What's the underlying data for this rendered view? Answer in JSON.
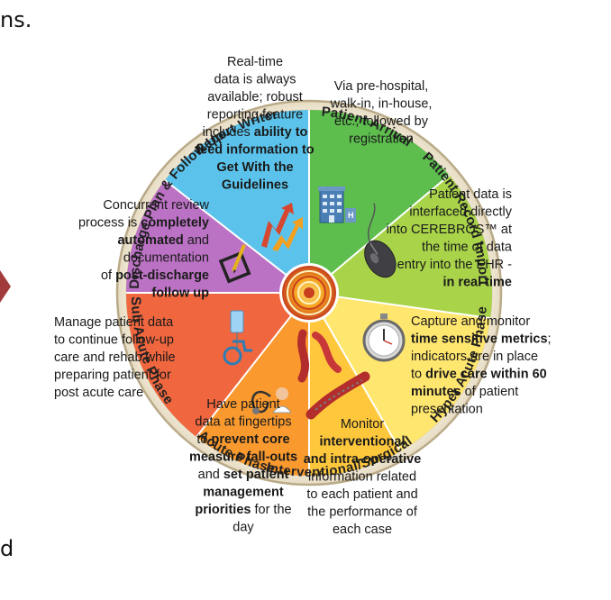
{
  "background_fragments": {
    "top_left": "ns.",
    "bottom_left": "d"
  },
  "ring_labels": {
    "report_writer": "Report Writer",
    "patient_arrival": "Patient Arrival",
    "patient_record_imported": "Patient Record Imported",
    "hyper_acute": "Hyper Acute Phase",
    "interventional": "Interventional/Surgical",
    "acute": "Acute Phase",
    "sub_acute": "Sub Acute Phase",
    "discharge": "Discharge Plan & Follow Up"
  },
  "segments": {
    "report_writer": {
      "color": "#5BC3EB",
      "lines": [
        [
          {
            "t": "Real-time"
          }
        ],
        [
          {
            "t": "data is always"
          }
        ],
        [
          {
            "t": "available; robust"
          }
        ],
        [
          {
            "t": "reporting feature"
          }
        ],
        [
          {
            "t": "includes "
          },
          {
            "t": "ability to",
            "b": true
          }
        ],
        [
          {
            "t": "feed information to",
            "b": true
          }
        ],
        [
          {
            "t": "Get With the",
            "b": true
          }
        ],
        [
          {
            "t": "Guidelines",
            "b": true
          }
        ]
      ]
    },
    "patient_arrival": {
      "color": "#5DBE4E",
      "lines": [
        [
          {
            "t": "Via pre-hospital,"
          }
        ],
        [
          {
            "t": "walk-in, in-house,"
          }
        ],
        [
          {
            "t": "etc.; followed by"
          }
        ],
        [
          {
            "t": "registration"
          }
        ]
      ]
    },
    "patient_record": {
      "color": "#A9D44A",
      "lines": [
        [
          {
            "t": "Patient data is"
          }
        ],
        [
          {
            "t": "interfaced directly"
          }
        ],
        [
          {
            "t": "into CEREBROS™ at"
          }
        ],
        [
          {
            "t": "the time of data"
          }
        ],
        [
          {
            "t": "entry into the EHR -"
          }
        ],
        [
          {
            "t": "in real time",
            "b": true
          }
        ]
      ]
    },
    "hyper_acute": {
      "color": "#FFE66E",
      "lines": [
        [
          {
            "t": "Capture and monitor"
          }
        ],
        [
          {
            "t": "time sensitive metrics",
            "b": true
          },
          {
            "t": ";"
          }
        ],
        [
          {
            "t": "indicators are in place"
          }
        ],
        [
          {
            "t": "to "
          },
          {
            "t": "drive care within 60",
            "b": true
          }
        ],
        [
          {
            "t": "minutes",
            "b": true
          },
          {
            "t": " of patient"
          }
        ],
        [
          {
            "t": "presentation"
          }
        ]
      ]
    },
    "interventional": {
      "color": "#FFC83C",
      "lines": [
        [
          {
            "t": "Monitor"
          }
        ],
        [
          {
            "t": "interventional",
            "b": true
          }
        ],
        [
          {
            "t": "and intra-operative",
            "b": true
          }
        ],
        [
          {
            "t": "information related"
          }
        ],
        [
          {
            "t": "to each patient and"
          }
        ],
        [
          {
            "t": "the performance of"
          }
        ],
        [
          {
            "t": "each case"
          }
        ]
      ]
    },
    "acute": {
      "color": "#FA9A2E",
      "lines": [
        [
          {
            "t": "Have patient"
          }
        ],
        [
          {
            "t": "data at fingertips"
          }
        ],
        [
          {
            "t": "to "
          },
          {
            "t": "prevent core",
            "b": true
          }
        ],
        [
          {
            "t": "measure fall-outs",
            "b": true
          }
        ],
        [
          {
            "t": "and "
          },
          {
            "t": "set patient",
            "b": true
          }
        ],
        [
          {
            "t": "management",
            "b": true
          }
        ],
        [
          {
            "t": "priorities",
            "b": true
          },
          {
            "t": " for the"
          }
        ],
        [
          {
            "t": "day"
          }
        ]
      ]
    },
    "sub_acute": {
      "color": "#F0663F",
      "lines": [
        [
          {
            "t": "Manage  patient data"
          }
        ],
        [
          {
            "t": "to continue follow-up"
          }
        ],
        [
          {
            "t": "care and rehab while"
          }
        ],
        [
          {
            "t": "preparing patient for"
          }
        ],
        [
          {
            "t": "post acute care"
          }
        ]
      ]
    },
    "discharge": {
      "color": "#BB72C4",
      "lines": [
        [
          {
            "t": "Concurrent review"
          }
        ],
        [
          {
            "t": "process is "
          },
          {
            "t": "completely",
            "b": true
          }
        ],
        [
          {
            "t": "automated",
            "b": true
          },
          {
            "t": " and"
          }
        ],
        [
          {
            "t": "documentation"
          }
        ],
        [
          {
            "t": "of "
          },
          {
            "t": "post-discharge",
            "b": true
          }
        ],
        [
          {
            "t": "follow up",
            "b": true
          }
        ]
      ]
    }
  },
  "icons": [
    "arrows-icon",
    "hospital-icon",
    "mouse-icon",
    "stopwatch-icon",
    "blood-vessel-icon",
    "doctor-stethoscope-icon",
    "wheelchair-iv-icon",
    "checkbox-pen-icon",
    "center-swirl-logo"
  ],
  "colors": {
    "ring": "#F3EBD9",
    "ring_border": "#B9AA88",
    "divider": "#ffffff",
    "arrow": "#A23C3C"
  }
}
